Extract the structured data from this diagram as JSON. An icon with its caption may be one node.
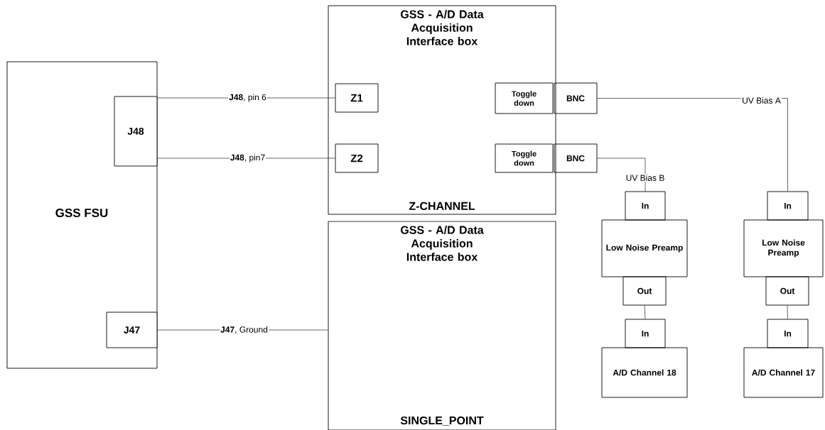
{
  "diagram": {
    "nodes": [
      {
        "text": [
          "GSS FSU"
        ]
      },
      {
        "text": [
          "J48"
        ],
        "in": 0
      },
      {
        "text": [
          "J47"
        ],
        "in": 0
      },
      {
        "text": [
          "GSS - A/D Data Acquisition Interface box",
          "Z-CHANNEL"
        ]
      },
      {
        "text": [
          "Z1"
        ],
        "in": 3
      },
      {
        "text": [
          "Z2"
        ],
        "in": 3
      },
      {
        "text": [
          "Toggle down"
        ],
        "in": 3
      },
      {
        "text": [
          "Toggle down"
        ],
        "in": 3
      },
      {
        "text": [
          "BNC"
        ]
      },
      {
        "text": [
          "BNC"
        ]
      },
      {
        "text": [
          "GSS - A/D Data Acquisition Interface box",
          "SINGLE_POINT"
        ]
      },
      {
        "text": [
          "In"
        ]
      },
      {
        "text": [
          "Low Noise Preamp"
        ]
      },
      {
        "text": [
          "Out"
        ]
      },
      {
        "text": [
          "In"
        ]
      },
      {
        "text": [
          "A/D Channel 18"
        ]
      },
      {
        "text": [
          "In"
        ]
      },
      {
        "text": [
          "Low Noise Preamp"
        ]
      },
      {
        "text": [
          "Out"
        ]
      },
      {
        "text": [
          "In"
        ]
      },
      {
        "text": [
          "A/D Channel 17"
        ]
      }
    ],
    "edges": [
      {
        "from": 1,
        "to": 4,
        "arrow": "none",
        "label": "**J48**, pin 6"
      },
      {
        "from": 1,
        "to": 5,
        "arrow": "none",
        "label": "**J48**, pin7"
      },
      {
        "from": 2,
        "to": 10,
        "arrow": "none",
        "label": "**J47**, Ground"
      },
      {
        "from": 8,
        "to": 16,
        "arrow": "none",
        "label": "UV Bias A"
      },
      {
        "from": 9,
        "to": 11,
        "arrow": "none",
        "label": "UV Bias B"
      },
      {
        "from": 13,
        "to": 14,
        "arrow": "none"
      },
      {
        "from": 18,
        "to": 19,
        "arrow": "none"
      }
    ]
  }
}
